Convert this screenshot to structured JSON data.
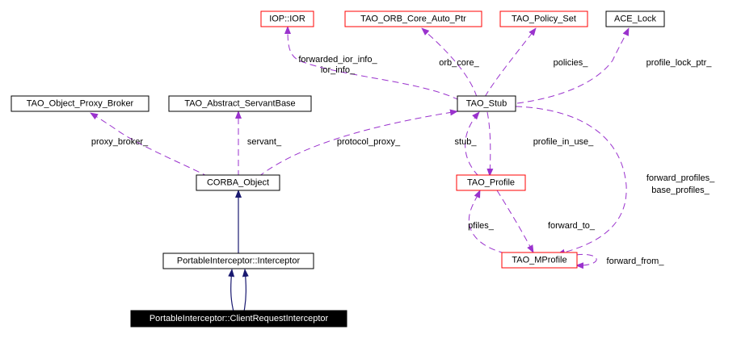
{
  "diagram": {
    "type": "collaboration-graph",
    "colors": {
      "node_border_default": "#000000",
      "node_border_incomplete": "#ff0000",
      "focus_fill": "#000000",
      "focus_text": "#ffffff",
      "usage_edge": "#9a32cd",
      "inheritance_edge": "#191970"
    },
    "nodes": {
      "ior": {
        "label": "IOP::IOR",
        "border": "red"
      },
      "orb_core_ptr": {
        "label": "TAO_ORB_Core_Auto_Ptr",
        "border": "red"
      },
      "policy_set": {
        "label": "TAO_Policy_Set",
        "border": "red"
      },
      "ace_lock": {
        "label": "ACE_Lock",
        "border": "black"
      },
      "proxy_broker": {
        "label": "TAO_Object_Proxy_Broker",
        "border": "black"
      },
      "servant_base": {
        "label": "TAO_Abstract_ServantBase",
        "border": "black"
      },
      "stub": {
        "label": "TAO_Stub",
        "border": "black"
      },
      "corba_object": {
        "label": "CORBA_Object",
        "border": "black"
      },
      "profile": {
        "label": "TAO_Profile",
        "border": "red"
      },
      "interceptor": {
        "label": "PortableInterceptor::Interceptor",
        "border": "black"
      },
      "mprofile": {
        "label": "TAO_MProfile",
        "border": "red"
      },
      "client_req": {
        "label": "PortableInterceptor::ClientRequestInterceptor",
        "border": "focus"
      }
    },
    "edge_labels": {
      "ior_info": [
        "forwarded_ior_info_",
        "ior_info_"
      ],
      "orb_core": "orb_core_",
      "policies": "policies_",
      "profile_lock": "profile_lock_ptr_",
      "proxy_broker": "proxy_broker_",
      "servant": "servant_",
      "protocol_proxy": "protocol_proxy_",
      "stub": "stub_",
      "profile_in_use": "profile_in_use_",
      "forward_profiles": [
        "forward_profiles_",
        "base_profiles_"
      ],
      "pfiles": "pfiles_",
      "forward_to": "forward_to_",
      "forward_from": "forward_from_"
    }
  }
}
